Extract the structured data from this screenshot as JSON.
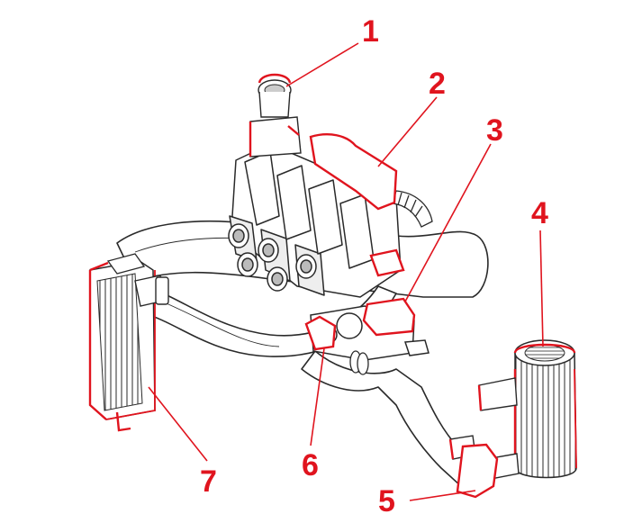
{
  "diagram": {
    "colors": {
      "outline": "#2a2a2a",
      "highlight": "#e0141e",
      "shade": "#d8d8d8",
      "background": "#ffffff"
    },
    "callouts": [
      {
        "id": "1",
        "label": "1",
        "part": "turbocharger-inlet"
      },
      {
        "id": "2",
        "label": "2",
        "part": "intake-pipe"
      },
      {
        "id": "3",
        "label": "3",
        "part": "hose-connector"
      },
      {
        "id": "4",
        "label": "4",
        "part": "air-filter"
      },
      {
        "id": "5",
        "label": "5",
        "part": "hose-clamp"
      },
      {
        "id": "6",
        "label": "6",
        "part": "turbo-bracket"
      },
      {
        "id": "7",
        "label": "7",
        "part": "intercooler"
      }
    ]
  }
}
